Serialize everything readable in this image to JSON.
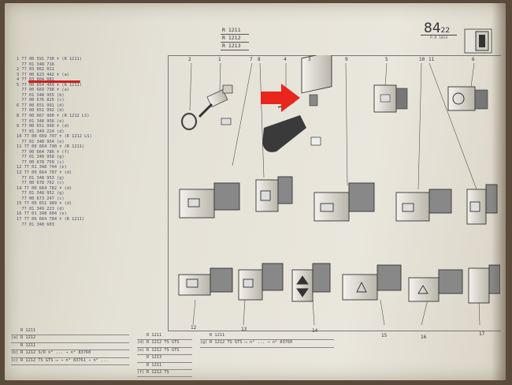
{
  "header": {
    "models": [
      "R 1211",
      "R 1212",
      "R 1213"
    ],
    "page_number": "84",
    "page_sub": "22",
    "page_code": "P.R 1014"
  },
  "parts_list": [
    "1 77 00 591 730 ✝ (R 1211)",
    "  77 01 348 716",
    "2 77 03 062 011",
    "3 77 00 623 442 ✝ (a)",
    "",
    "4 77 03 004 081",
    "5 77 00 654 469 ✝ (R 1211)",
    "  77 00 669 798 ✝ (a)",
    "  77 01 348 955 (b)",
    "  77 00 676 825 (c)",
    "6 77 00 651 991 (d)",
    "  77 00 651 992 (d)",
    "8 77 00 667 900 ✝ (R 1212 LS)",
    "  77 01 348 956 (e)",
    "9 77 00 651 990 ✝ (d)",
    "  77 01 349 224 (d)",
    "10 77 00 669 797 ✝ (R 1212 LS)",
    "  77 01 348 954 (e)",
    "11 77 00 664 790 ✝ (R 1211)",
    "  77 00 664 786 ✝ (f)",
    "  77 01 348 958 (g)",
    "  77 00 678 759 (c)",
    "12 77 01 348 744 (e)",
    "13 77 00 664 787 ✝ (d)",
    "  77 01 348 953 (g)",
    "  77 00 678 762 (c)",
    "14 77 00 664 782 ✝ (d)",
    "  77 01 348 952 (g)",
    "  77 00 673 247 (c)",
    "15 77 00 651 989 ✝ (d)",
    "  77 01 349 223 (d)",
    "16 77 01 348 604 (e)",
    "17 77 06 664 784 ✝ (R 1211)",
    "  77 01 348 603"
  ],
  "callouts": [
    "2",
    "1",
    "7",
    "8",
    "4",
    "3",
    "9",
    "5",
    "10",
    "11",
    "6",
    "12",
    "13",
    "14",
    "15",
    "16",
    "17"
  ],
  "legend_left": [
    {
      "key": "",
      "value": "R 1211"
    },
    {
      "key": "(a)",
      "value": "R 1212"
    },
    {
      "key": "",
      "value": "R 1211"
    },
    {
      "key": "(b)",
      "value": "R 1212  S/D  n° ... → n° 83760"
    },
    {
      "key": "(c)",
      "value": "R 1212  TS GTS ▭  → n° 83761 → n° ..."
    }
  ],
  "legend_mid": [
    {
      "key": "",
      "value": "R 1211"
    },
    {
      "key": "(d)",
      "value": "R 1212  TS GTS"
    },
    {
      "key": "(e)",
      "value": "R 1212  TS GTS"
    },
    {
      "key": "",
      "value": "R 1213"
    },
    {
      "key": "",
      "value": "R 1211"
    },
    {
      "key": "(f)",
      "value": "R 1212  TS"
    }
  ],
  "legend_right": [
    {
      "key": "",
      "value": "R 1211"
    },
    {
      "key": "(g)",
      "value": "R 1212  TS GTS ▭  n° ... → n° 83760"
    }
  ],
  "colors": {
    "highlight": "#d41c1c",
    "arrow": "#e8261e"
  }
}
